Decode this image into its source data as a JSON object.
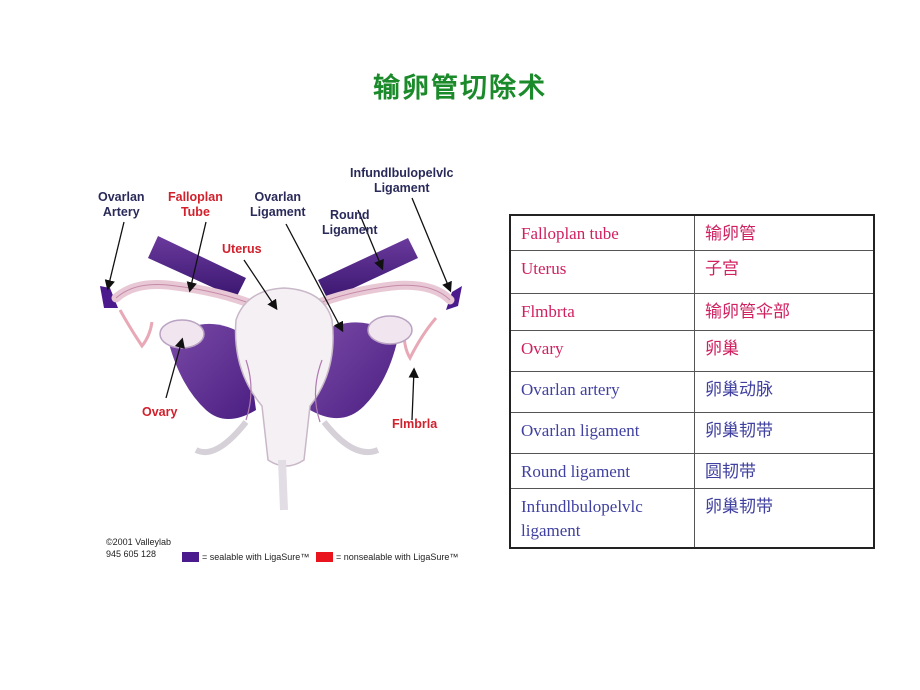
{
  "title": "输卵管切除术",
  "figure": {
    "labels": {
      "ovarian_artery": [
        "Ovarlan",
        "Artery"
      ],
      "falloplan_tube": [
        "Falloplan",
        "Tube"
      ],
      "ovarian_ligament": [
        "Ovarlan",
        "Ligament"
      ],
      "round_ligament": [
        "Round",
        "Ligament"
      ],
      "infundibulopelvic": [
        "Infundlbulopelvlc",
        "Ligament"
      ],
      "uterus": "Uterus",
      "ovary": "Ovary",
      "fimbria": "Flmbrla"
    },
    "credit": [
      "©2001 Valleylab",
      "945 605 128"
    ],
    "legend": [
      {
        "label": "= sealable with LigaSure™",
        "color": "#4b1a8c"
      },
      {
        "label": "= nonsealable with LigaSure™",
        "color": "#e8141e"
      }
    ]
  },
  "table": {
    "rows": [
      {
        "en": "Falloplan tube",
        "zh": "输卵管",
        "color": "#d02060"
      },
      {
        "en": "Uterus",
        "zh": "子宫",
        "color": "#d02060"
      },
      {
        "en": "Flmbrta",
        "zh": "输卵管伞部",
        "color": "#d02060"
      },
      {
        "en": "Ovary",
        "zh": "卵巢",
        "color": "#d02060"
      },
      {
        "en": "Ovarlan  artery",
        "zh": "卵巢动脉",
        "color": "#4040a0"
      },
      {
        "en": "Ovarlan  ligament",
        "zh": "卵巢韧带",
        "color": "#4040a0"
      },
      {
        "en": "Round  ligament",
        "zh": "圆韧带",
        "color": "#4040a0"
      },
      {
        "en": "Infundlbulopelvlc ligament",
        "zh": "卵巢韧带",
        "color": "#4040a0"
      }
    ]
  }
}
